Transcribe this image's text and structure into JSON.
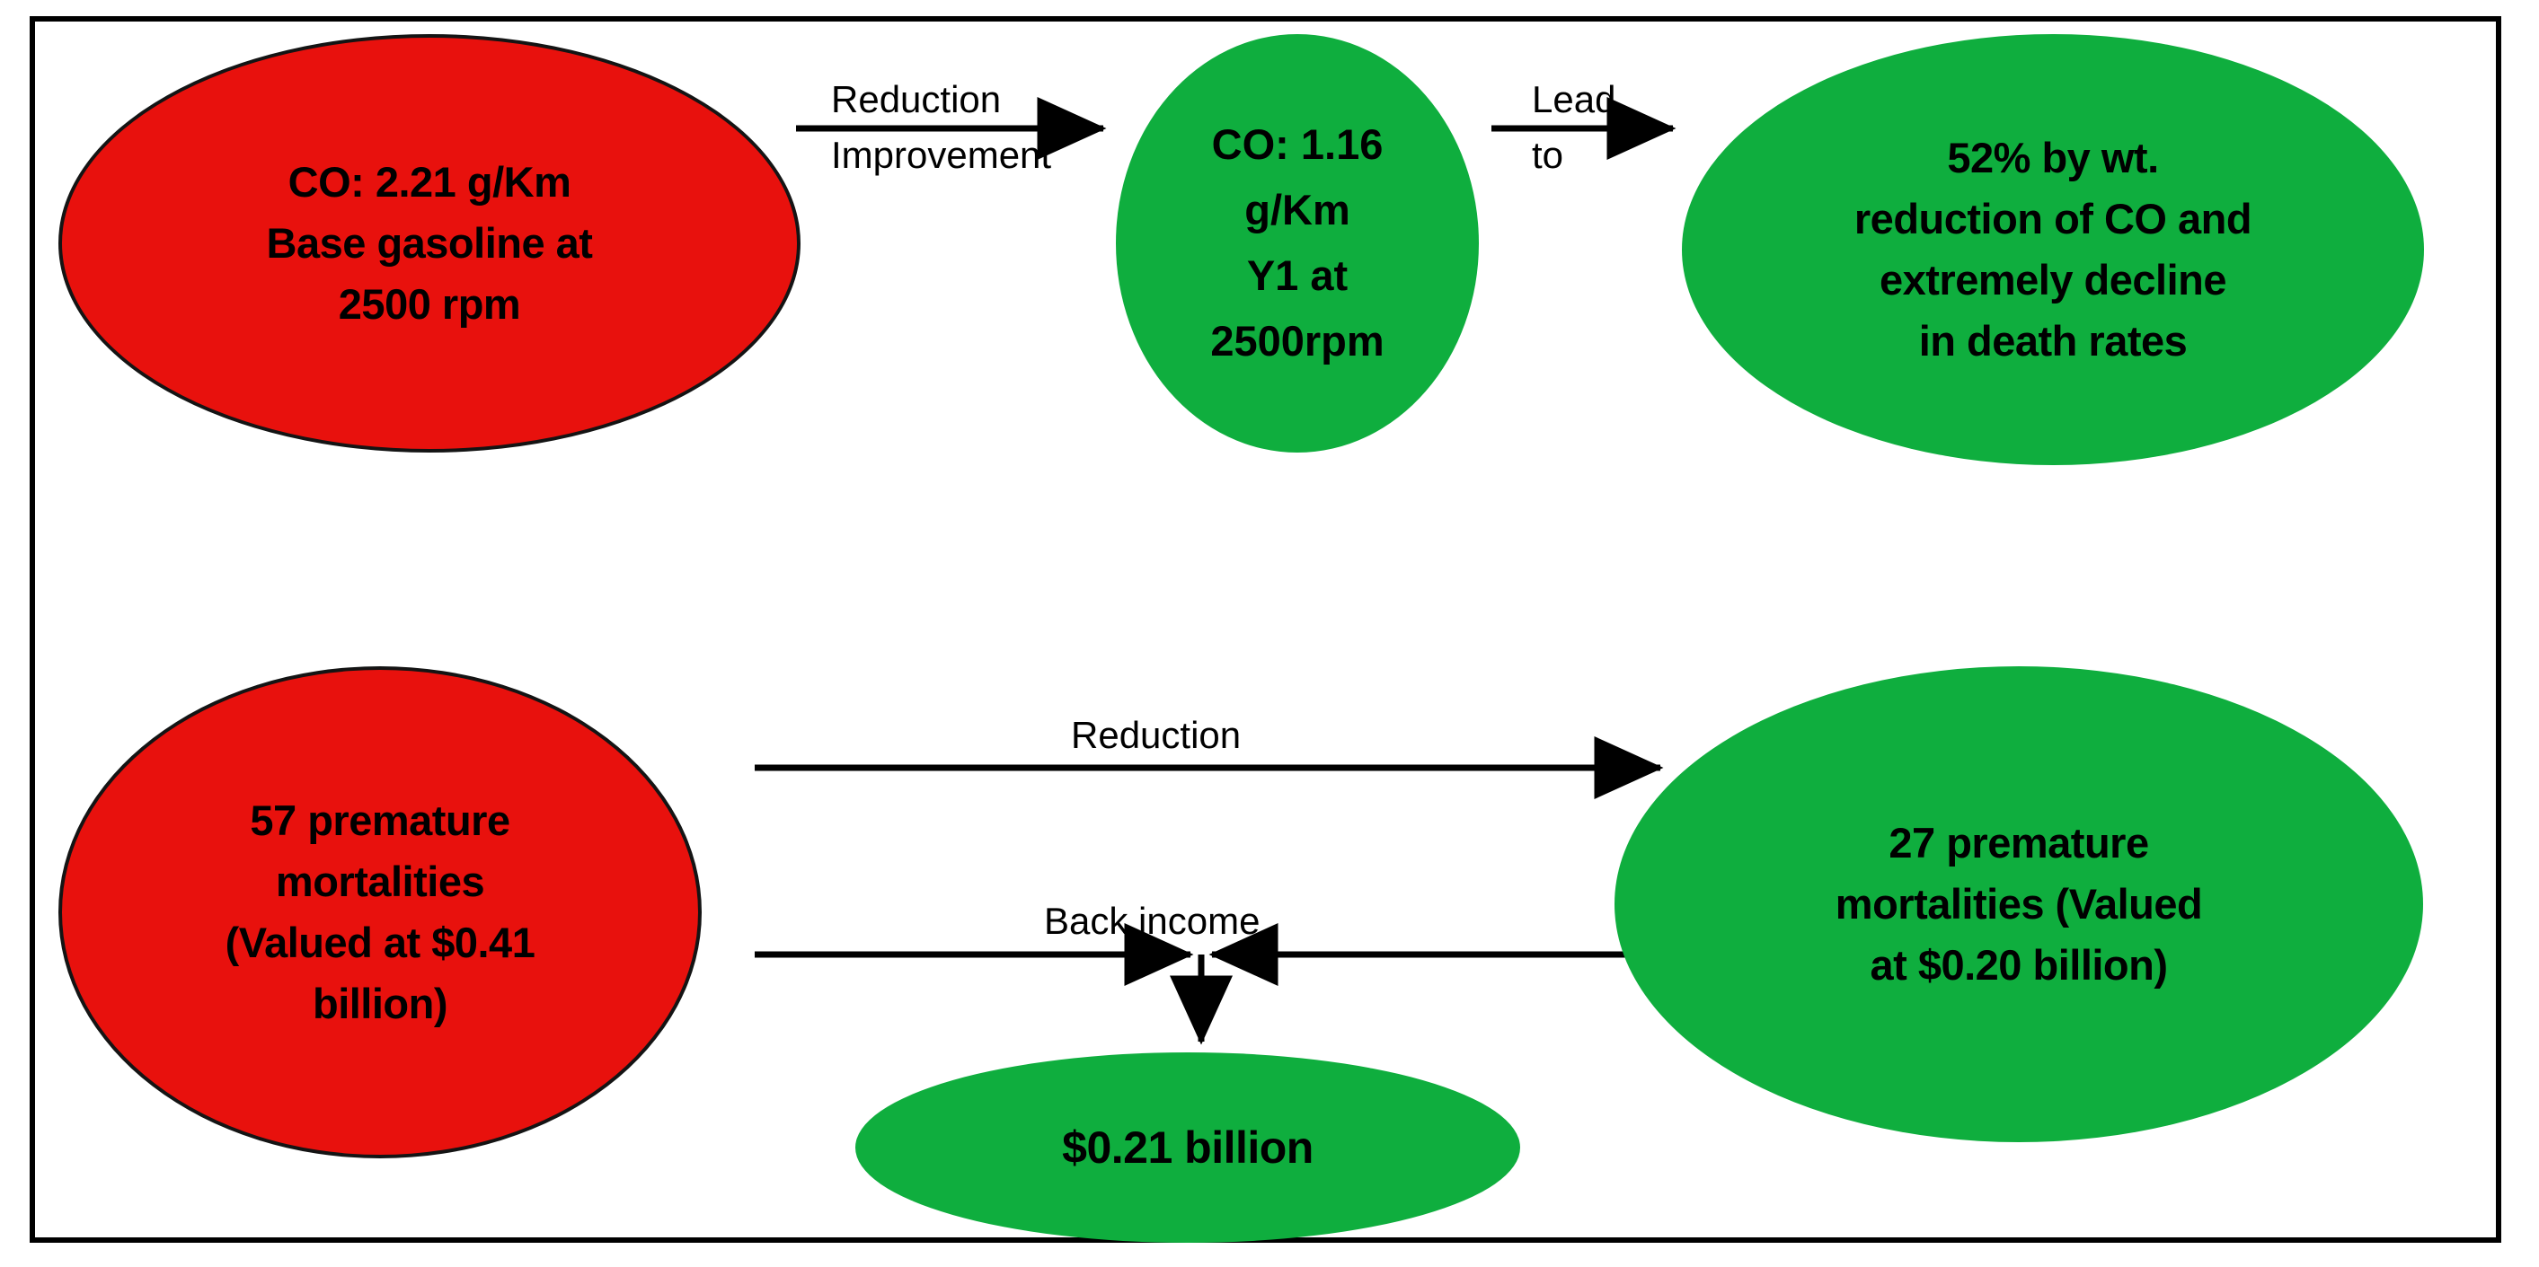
{
  "diagram": {
    "title": "CO emission reduction and premature mortality valuation flow",
    "colors": {
      "before_state": "#E8110D",
      "after_state": "#0FAE3E",
      "outline": "#141414",
      "arrow": "#000000",
      "frame": "#000000",
      "background": "#FFFFFF"
    },
    "nodes": {
      "base_gasoline": {
        "text": "CO: 2.21 g/Km\nBase gasoline at\n2500 rpm",
        "shape": "ellipse",
        "fill": "#E8110D",
        "state": "before"
      },
      "co_y1": {
        "text": "CO: 1.16\ng/Km\nY1 at\n2500rpm",
        "shape": "ellipse",
        "fill": "#0FAE3E",
        "state": "after"
      },
      "reduction_result": {
        "text": "52% by wt.\nreduction of CO and\nextremely decline\nin death rates",
        "shape": "ellipse",
        "fill": "#0FAE3E",
        "state": "after"
      },
      "mortalities_before": {
        "text": "57 premature\nmortalities\n(Valued at $0.41\nbillion)",
        "shape": "ellipse",
        "fill": "#E8110D",
        "state": "before"
      },
      "mortalities_after": {
        "text": "27 premature\nmortalities (Valued\nat $0.20 billion)",
        "shape": "ellipse",
        "fill": "#0FAE3E",
        "state": "after"
      },
      "back_income_value": {
        "text": "$0.21 billion",
        "shape": "ellipse",
        "fill": "#0FAE3E",
        "state": "after"
      }
    },
    "edges": {
      "reduction_top": {
        "label": "Reduction",
        "from": "base_gasoline",
        "to": "co_y1"
      },
      "improvement_top": {
        "label": "Improvement",
        "from": "base_gasoline",
        "to": "co_y1"
      },
      "lead": {
        "label": "Lead",
        "from": "co_y1",
        "to": "reduction_result"
      },
      "to": {
        "label": "to",
        "from": "co_y1",
        "to": "reduction_result"
      },
      "reduction_bottom": {
        "label": "Reduction",
        "from": "mortalities_before",
        "to": "mortalities_after"
      },
      "back_income": {
        "label": "Back income",
        "from": "mortalities_before and mortalities_after",
        "to": "back_income_value"
      }
    }
  },
  "chart_data": {
    "type": "diagram",
    "title": "CO emission reduction and premature mortality valuation flow",
    "metrics": [
      {
        "name": "CO base gasoline at 2500 rpm",
        "value": 2.21,
        "unit": "g/Km",
        "state": "before"
      },
      {
        "name": "CO Y1 at 2500 rpm",
        "value": 1.16,
        "unit": "g/Km",
        "state": "after"
      },
      {
        "name": "CO reduction by weight",
        "value": 52,
        "unit": "%",
        "state": "change"
      },
      {
        "name": "Premature mortalities before",
        "value": 57,
        "unit": "mortalities",
        "state": "before"
      },
      {
        "name": "Premature mortalities after",
        "value": 27,
        "unit": "mortalities",
        "state": "after"
      },
      {
        "name": "Valuation before",
        "value": 0.41,
        "unit": "billion USD",
        "state": "before"
      },
      {
        "name": "Valuation after",
        "value": 0.2,
        "unit": "billion USD",
        "state": "after"
      },
      {
        "name": "Back income",
        "value": 0.21,
        "unit": "billion USD",
        "state": "benefit"
      }
    ]
  }
}
